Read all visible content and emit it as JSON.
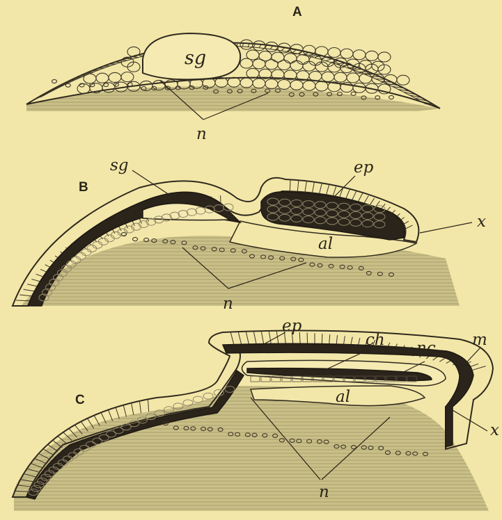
{
  "panels": [
    {
      "id": "A",
      "letter": "A",
      "labels": {
        "segmentation_cavity": "sg",
        "nuclei": "n"
      }
    },
    {
      "id": "B",
      "letter": "B",
      "labels": {
        "segmentation_cavity": "sg",
        "epiblast": "ep",
        "x": "x",
        "archenteron": "al",
        "nuclei": "n"
      }
    },
    {
      "id": "C",
      "letter": "C",
      "labels": {
        "epiblast": "ep",
        "chorda": "ch",
        "neural_canal": "nc",
        "mesoblast": "m",
        "archenteron": "al",
        "x": "x",
        "nuclei": "n"
      }
    }
  ],
  "colors": {
    "background": "#f2e7a8",
    "yolk_shading": "#c9bf87",
    "dark_layer": "#2b241b",
    "ink": "#2a241a"
  }
}
